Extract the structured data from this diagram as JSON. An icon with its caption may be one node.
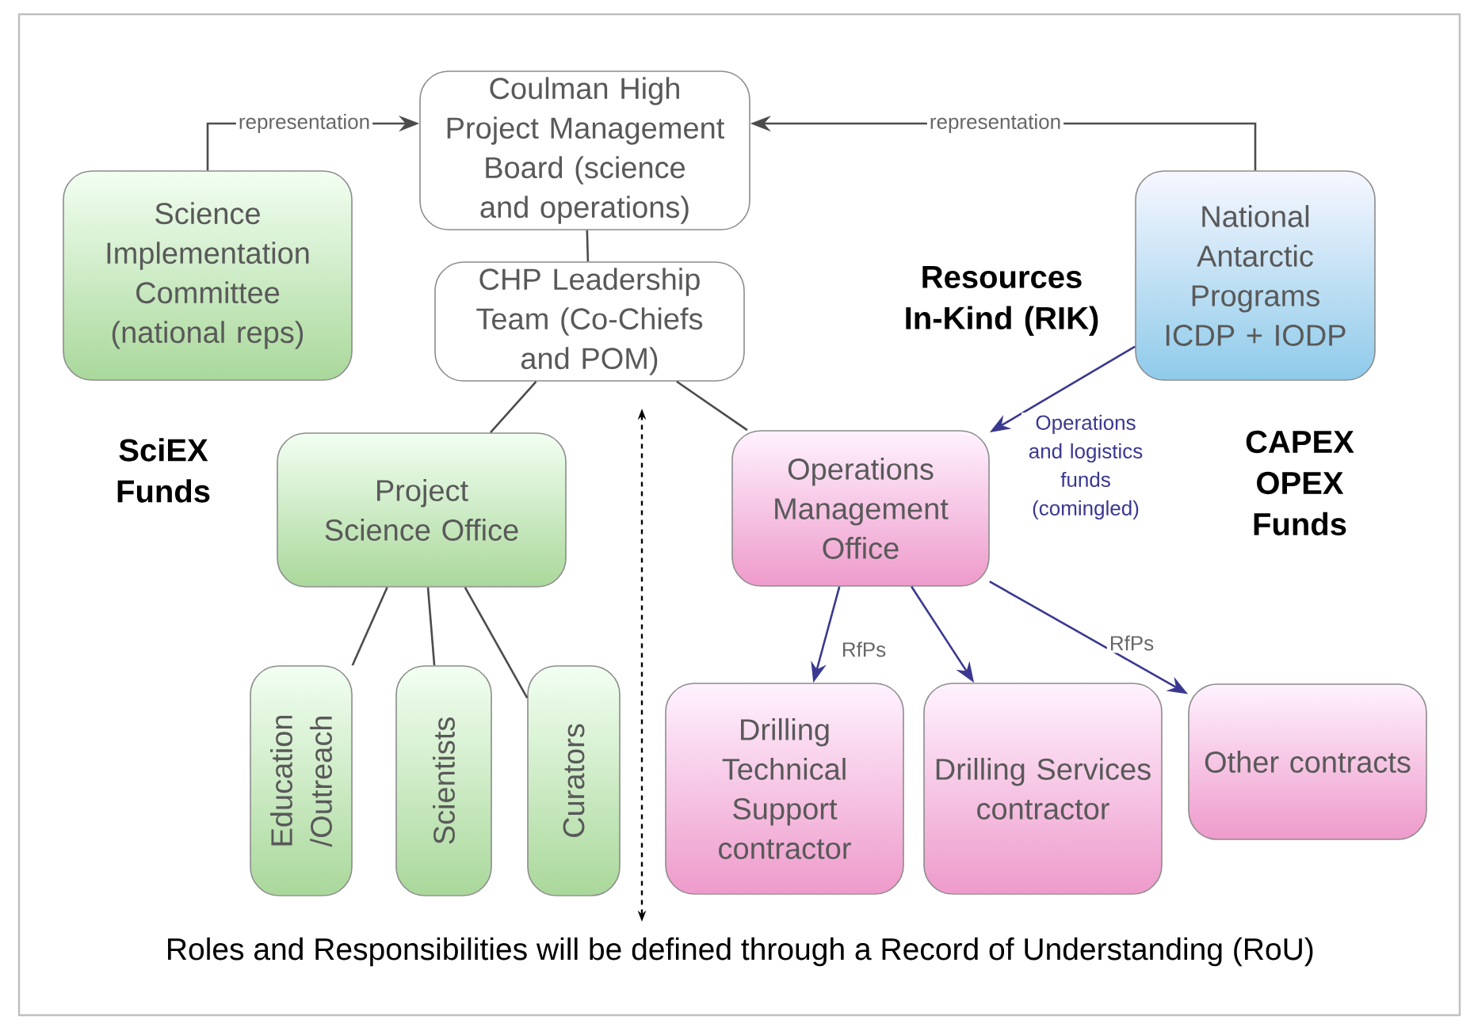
{
  "diagram": {
    "caption": "Roles and Responsibilities will be defined through a Record of Understanding (RoU)",
    "nodes": [
      {
        "text": [
          "Coulman High Project Management Board (science and operations)"
        ]
      },
      {
        "text": [
          "Science Implementation Committee (national reps)"
        ]
      },
      {
        "text": [
          "National Antarctic Programs ICDP + IODP"
        ]
      },
      {
        "text": [
          "CHP Leadership Team (Co-Chiefs and POM)"
        ]
      },
      {
        "text": [
          "Project Science Office"
        ]
      },
      {
        "text": [
          "Operations Management Office"
        ]
      },
      {
        "text": [
          "Education /Outreach"
        ]
      },
      {
        "text": [
          "Scientists"
        ]
      },
      {
        "text": [
          "Curators"
        ]
      },
      {
        "text": [
          "Drilling Technical Support contractor"
        ]
      },
      {
        "text": [
          "Drilling Services contractor"
        ]
      },
      {
        "text": [
          "Other contracts"
        ]
      }
    ],
    "edges": [
      {
        "from": 1,
        "to": 0,
        "arrow": "to",
        "label": "representation"
      },
      {
        "from": 2,
        "to": 0,
        "arrow": "to",
        "label": "representation"
      },
      {
        "from": 0,
        "to": 3,
        "arrow": "none"
      },
      {
        "from": 3,
        "to": 4,
        "arrow": "none"
      },
      {
        "from": 3,
        "to": 5,
        "arrow": "none"
      },
      {
        "from": 2,
        "to": 5,
        "arrow": "to",
        "label": "Operations and logistics funds (comingled)",
        "color": "#3a3890"
      },
      {
        "from": 4,
        "to": 6,
        "arrow": "none"
      },
      {
        "from": 4,
        "to": 7,
        "arrow": "none"
      },
      {
        "from": 4,
        "to": 8,
        "arrow": "none"
      },
      {
        "from": 5,
        "to": 9,
        "arrow": "to",
        "label": "RfPs",
        "color": "#3a3890"
      },
      {
        "from": 5,
        "to": 10,
        "arrow": "to",
        "color": "#3a3890"
      },
      {
        "from": 5,
        "to": 11,
        "arrow": "to",
        "label": "RfPs",
        "color": "#3a3890"
      }
    ],
    "labels": [
      "Resources In-Kind (RIK)",
      "SciEX Funds",
      "CAPEX OPEX Funds"
    ]
  }
}
